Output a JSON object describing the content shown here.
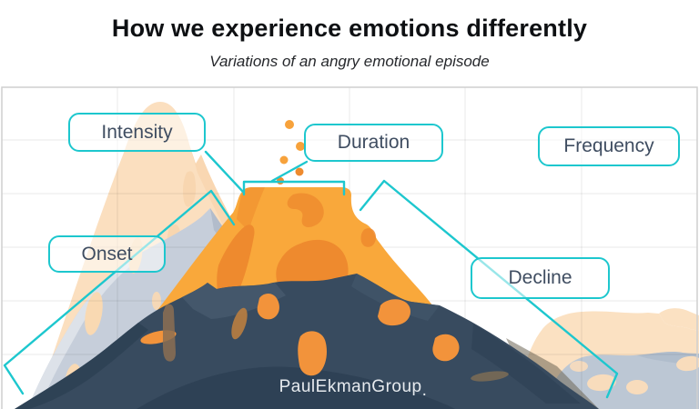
{
  "header": {
    "title": "How we experience emotions differently",
    "subtitle": "Variations of an angry emotional episode"
  },
  "annotations": {
    "intensity": "Intensity",
    "duration": "Duration",
    "frequency": "Frequency",
    "onset": "Onset",
    "decline": "Decline"
  },
  "brand": {
    "name": "PaulEkmanGroup",
    "mark": "."
  },
  "colors": {
    "accent_teal": "#1DC7CE",
    "volcano_orange": "#F9A83B",
    "lava_orange": "#EE8A2E",
    "mountain_navy": "#384B5F",
    "mountain_gray": "#C6CEDA",
    "mountain_peach": "#FBDFBF",
    "grid_line": "#E4E4E4",
    "label_text": "#3F4D61"
  }
}
